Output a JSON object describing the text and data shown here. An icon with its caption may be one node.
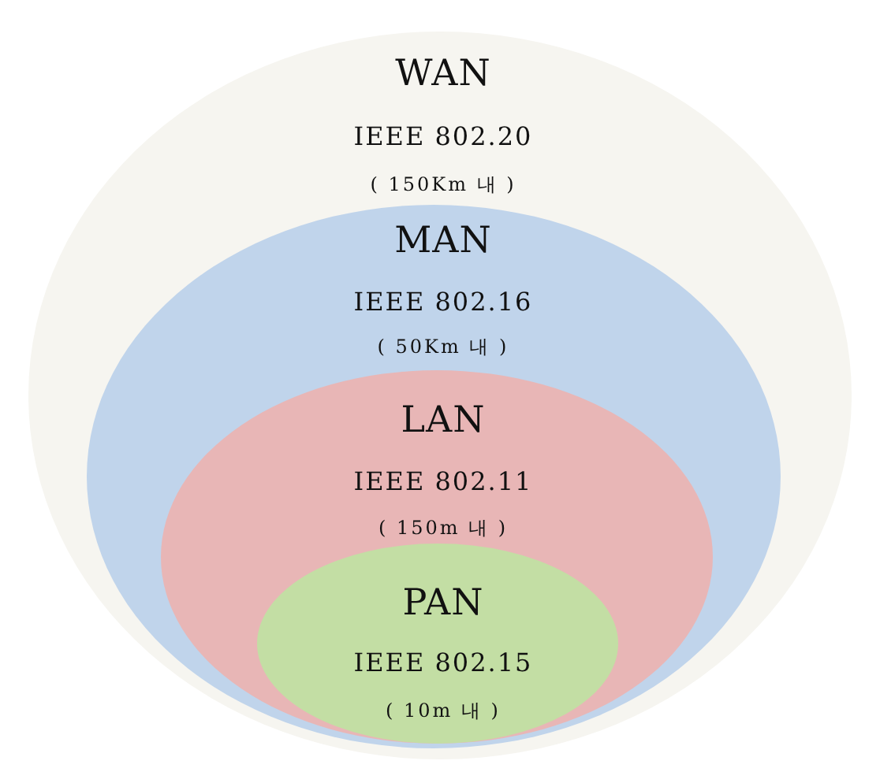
{
  "diagram": {
    "nodes": [
      {
        "text": [
          "WAN",
          "IEEE 802.20",
          "( 150Km 내 )"
        ]
      },
      {
        "text": [
          "MAN",
          "IEEE 802.16",
          "( 50Km 내 )"
        ],
        "in": 0
      },
      {
        "text": [
          "LAN",
          "IEEE 802.11",
          "( 150m 내 )"
        ],
        "in": 1
      },
      {
        "text": [
          "PAN",
          "IEEE 802.15",
          "( 10m 내 )"
        ],
        "in": 2
      }
    ]
  }
}
